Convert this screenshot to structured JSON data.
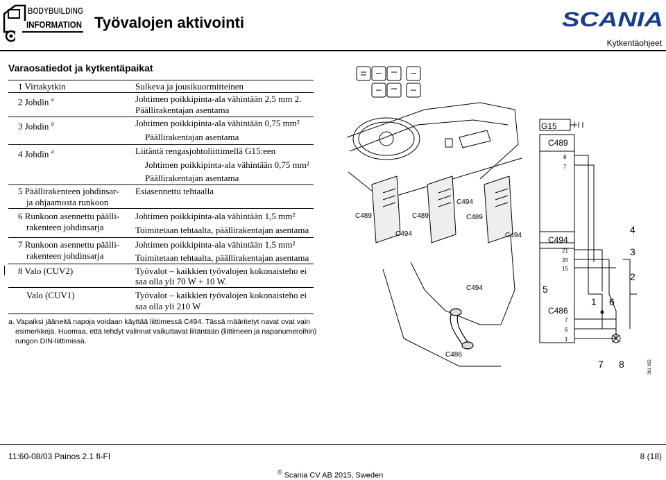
{
  "header": {
    "logo_line1": "BODYBUILDING",
    "logo_line2": "INFORMATION",
    "title": "Työvalojen aktivointi",
    "brand": "SCANIA",
    "doc_type": "Kytkentäohjeet"
  },
  "section": {
    "title": "Varaosatiedot ja kytkentäpaikat"
  },
  "table": [
    {
      "col1": [
        "1 Virtakytkin"
      ],
      "col2": [
        "Sulkeva ja jousikuormitteinen"
      ]
    },
    {
      "col1": [
        "2 Johdin",
        "a"
      ],
      "col2": [
        "Johtimen poikkipinta-ala vähintään 2,5 mm 2.",
        "Päällirakentajan asentama"
      ]
    },
    {
      "col1": [
        "3 Johdin",
        "a"
      ],
      "col2": [
        "Johtimen poikkipinta-ala vähintään 0,75 mm²",
        "Päällirakentajan asentama"
      ]
    },
    {
      "col1": [
        "4 Johdin",
        "a"
      ],
      "col2": [
        "Liitäntä rengasjohtoliittimellä G15:een",
        "Johtimen poikkipinta-ala vähintään 0,75 mm²",
        "Päällirakentajan asentama"
      ]
    },
    {
      "col1": [
        "5 Päällirakenteen johdinsar-",
        "ja ohjaamosta runkoon"
      ],
      "col2": [
        "Esiasennettu tehtaalla"
      ]
    },
    {
      "col1": [
        "6 Runkoon asennettu päälli-",
        "rakenteen johdinsarja"
      ],
      "col2": [
        "Johtimen poikkipinta-ala vähintään 1,5 mm²",
        "Toimitetaan tehtaalta, päällirakentajan asentama"
      ]
    },
    {
      "col1": [
        "7 Runkoon asennettu päälli-",
        "rakenteen johdinsarja"
      ],
      "col2": [
        "Johtimen poikkipinta-ala vähintään 1,5 mm²",
        "Toimitetaan tehtaalta, päällirakentajan asentama"
      ]
    },
    {
      "col1": [
        "8 Valo (CUV2)"
      ],
      "col2": [
        "Työvalot – kaikkien työvalojen kokonaisteho ei",
        "saa olla yli 70 W + 10 W."
      ]
    },
    {
      "col1": [
        "Valo (CUV1)"
      ],
      "col2": [
        "Työvalot – kaikkien työvalojen kokonaisteho ei",
        "saa olla yli 210 W"
      ]
    }
  ],
  "footnotes": [
    "a.  Vapaiksi jääneitä napoja voidaan käyttää liittimessä C494. Tässä määritetyt navat ovat vain",
    "esimerkkejä. Huomaa, että tehdyt valinnat vaikuttavat liitäntään (liittimeen ja napanumeroihin)",
    "rungon DIN-liittimissä."
  ],
  "diagram": {
    "connectors": [
      "C489",
      "C494",
      "C489",
      "C489",
      "C494",
      "C494",
      "C494",
      "C486",
      "C489",
      "G15",
      "C494",
      "C486"
    ],
    "callouts": [
      "1",
      "2",
      "3",
      "4",
      "5",
      "6",
      "7",
      "8"
    ],
    "pins_c489": [
      "8",
      "7"
    ],
    "pins_c494": [
      "21",
      "20",
      "15"
    ],
    "pins_c486": [
      "7",
      "6",
      "1"
    ],
    "figure_number": "361 955"
  },
  "footer": {
    "doc_code": "11:60-08/03 Painos 2.1 fi-FI",
    "page": "8 (18)",
    "copyright": "Scania CV AB 2015, Sweden",
    "copyright_symbol": "©"
  }
}
